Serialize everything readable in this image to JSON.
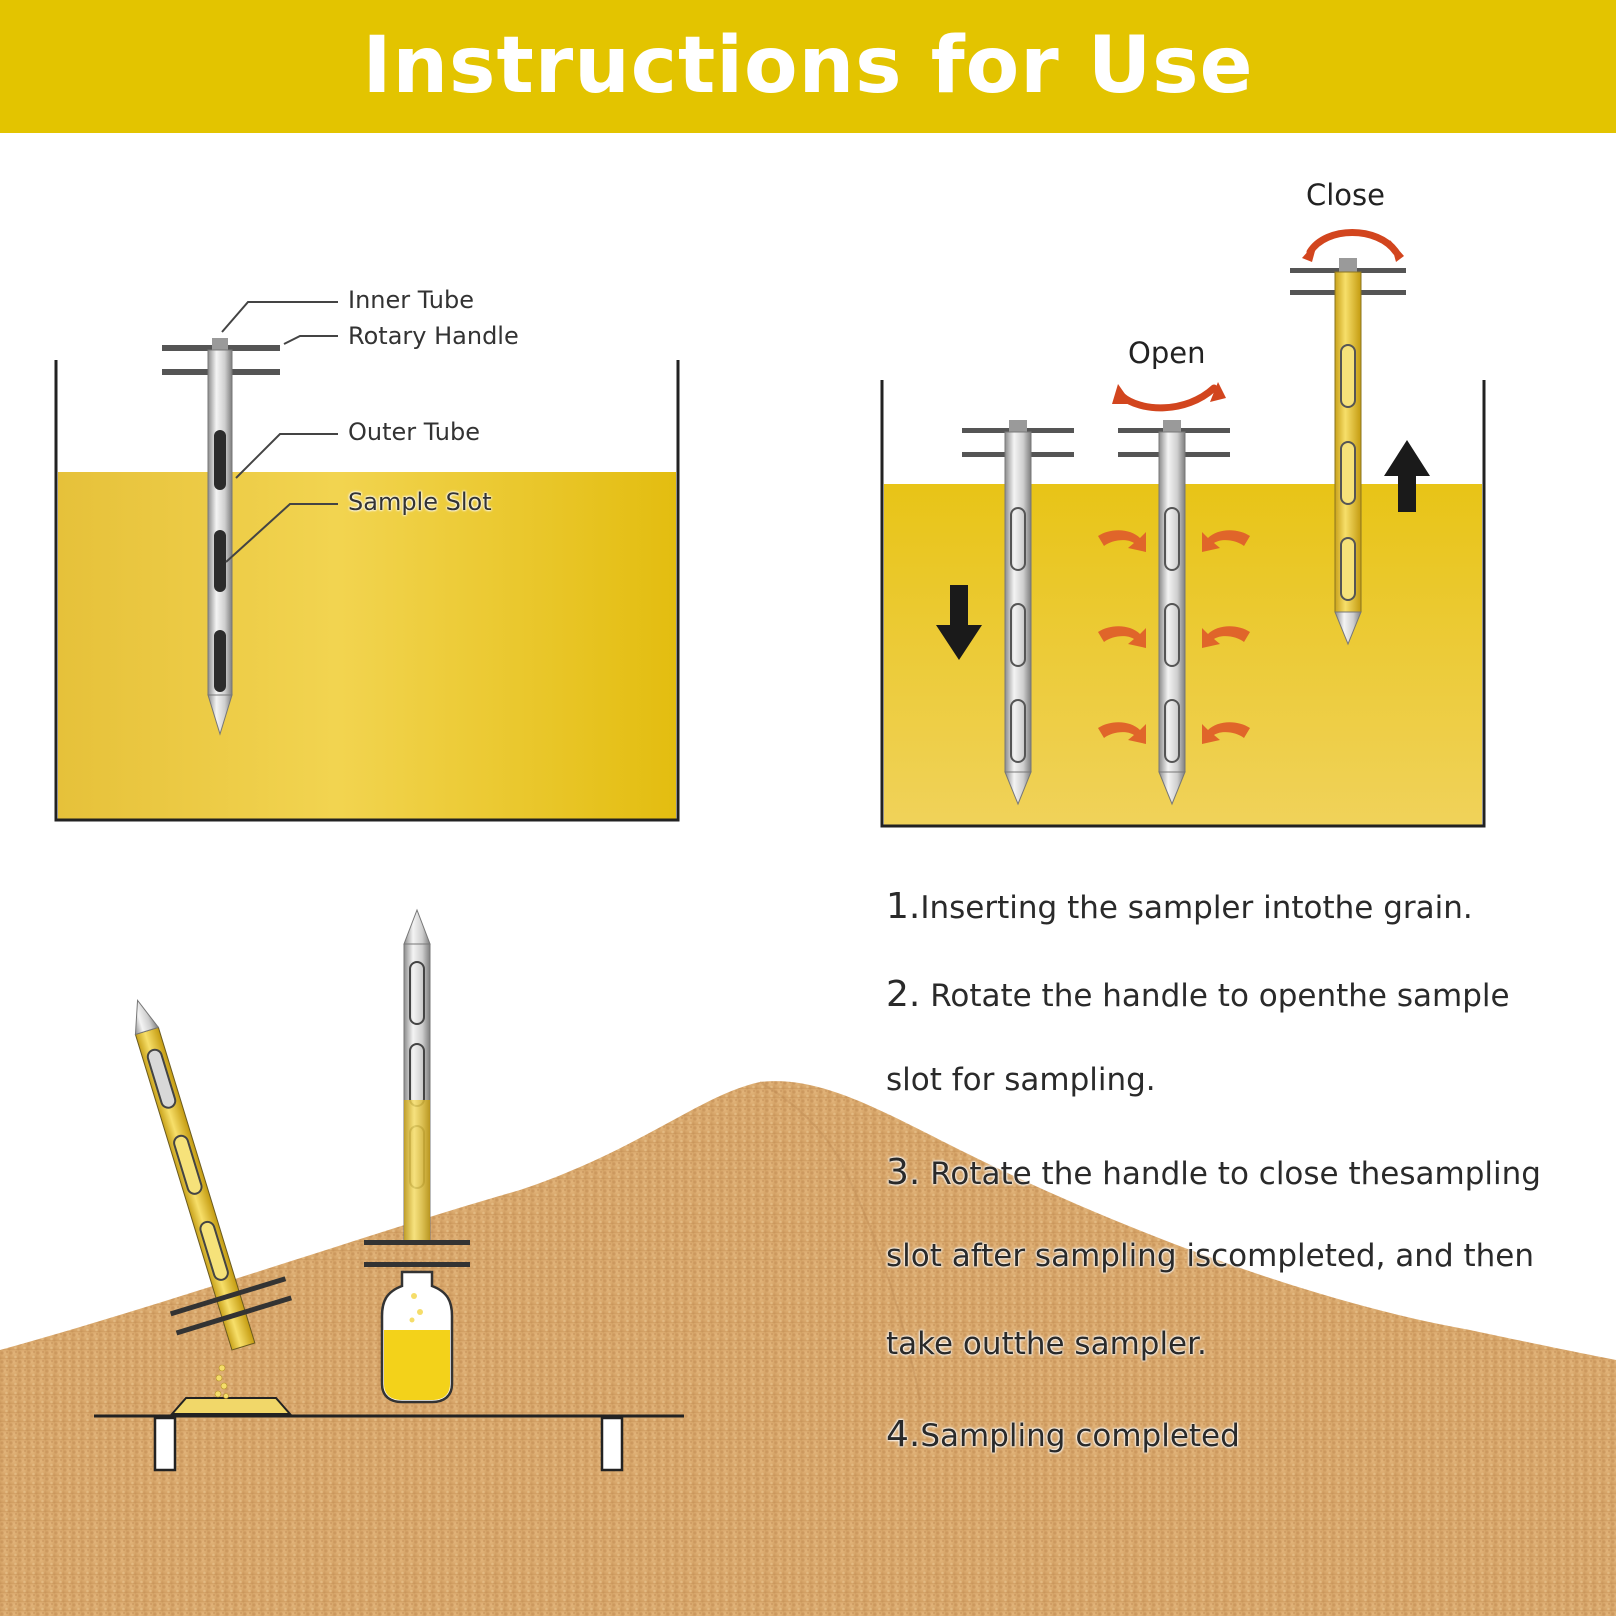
{
  "banner": {
    "title": "Instructions for Use"
  },
  "colors": {
    "banner": "#e3c400",
    "grain_fill": "#e8c417",
    "sand": "#d9ab6f",
    "arrow_red": "#d2451e",
    "metal": "#bdbdbd"
  },
  "diagram_labels": {
    "inner_tube": "Inner Tube",
    "rotary_handle": "Rotary Handle",
    "outer_tube": "Outer Tube",
    "sample_slot": "Sample Slot",
    "open": "Open",
    "close": "Close"
  },
  "steps": [
    {
      "num": "1.",
      "lines": [
        "Inserting the sampler intothe grain."
      ]
    },
    {
      "num": "2.",
      "lines": [
        " Rotate the handle to openthe sample",
        "slot for sampling."
      ]
    },
    {
      "num": "3.",
      "lines": [
        " Rotate the handle to close thesampling",
        "slot after sampling iscompleted, and then",
        "take outthe sampler."
      ]
    },
    {
      "num": "4.",
      "lines": [
        "Sampling completed"
      ]
    }
  ]
}
